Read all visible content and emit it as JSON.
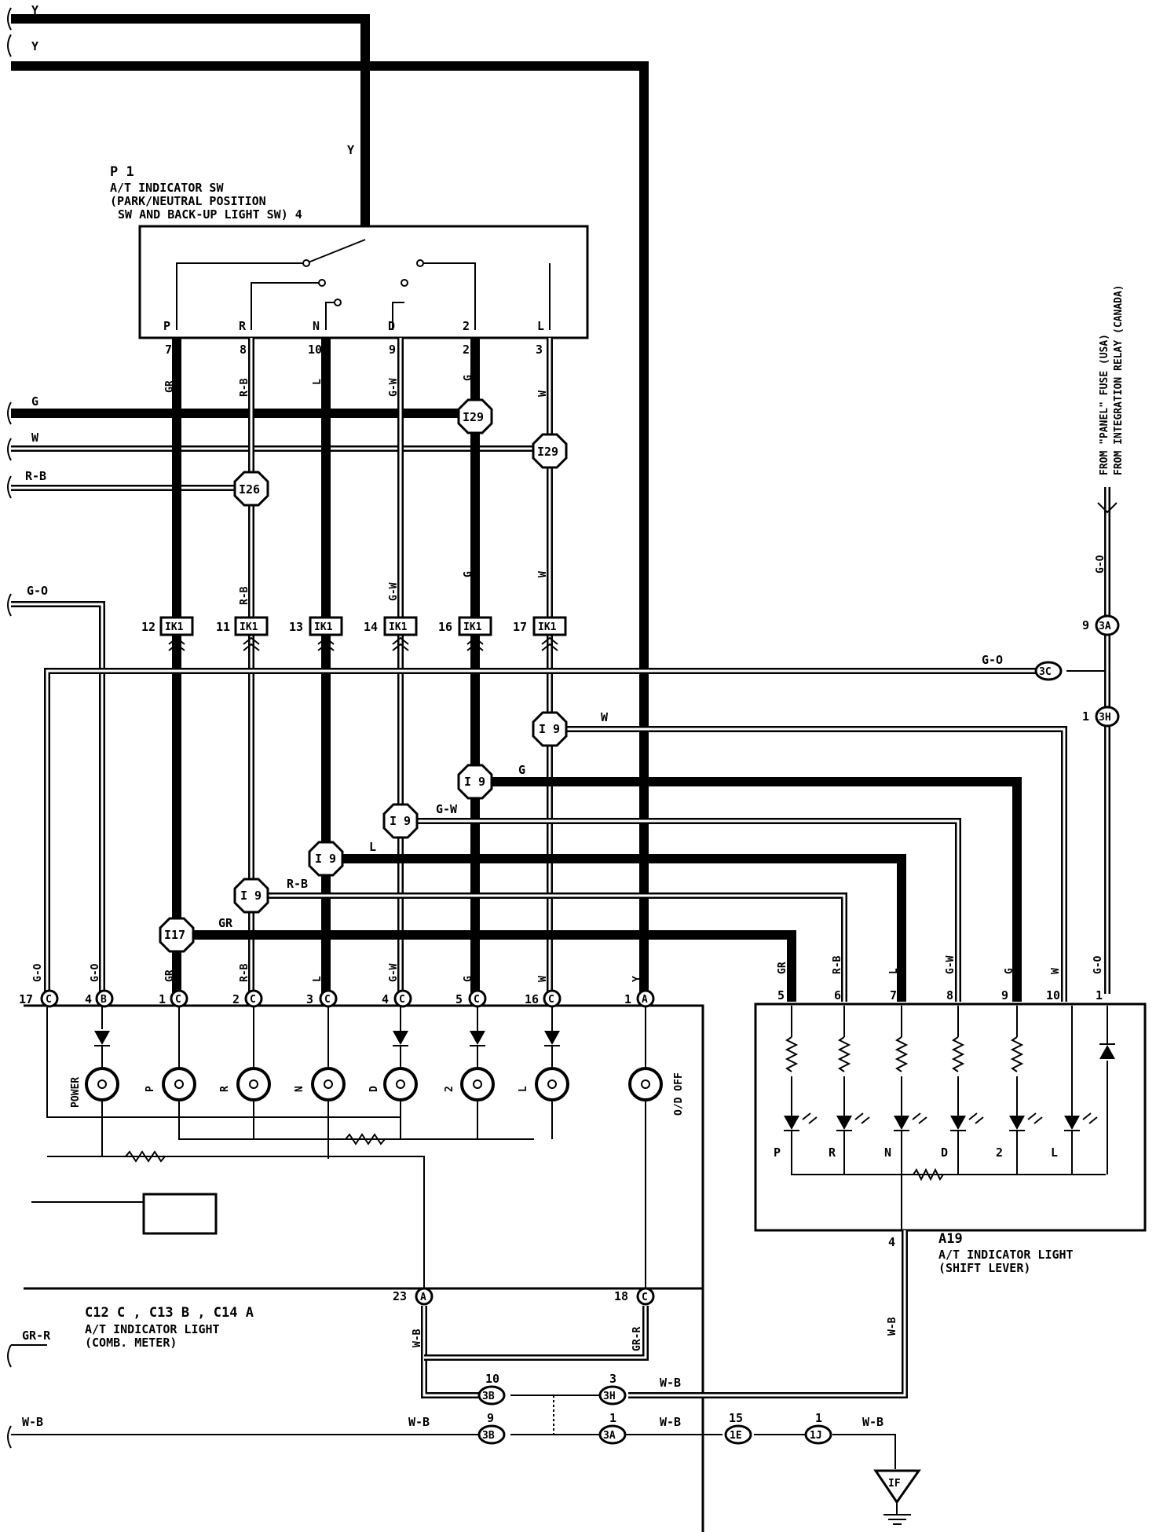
{
  "left_wires": [
    "Y",
    "Y",
    "G",
    "W",
    "R-B",
    "G-O",
    "GR-R",
    "W-B"
  ],
  "switch": {
    "id": "P 1",
    "title": "A/T INDICATOR SW",
    "desc1": "(PARK/NEUTRAL POSITION",
    "desc2": "SW AND BACK-UP LIGHT SW) 4",
    "positions": [
      "P",
      "R",
      "N",
      "D",
      "2",
      "L"
    ],
    "pins": [
      "7",
      "8",
      "10",
      "9",
      "2",
      "3"
    ],
    "wire_y": "Y"
  },
  "wire_colors": [
    "GR",
    "R-B",
    "L",
    "G-W",
    "G",
    "W"
  ],
  "junctions_top": [
    "I29",
    "I29",
    "I26"
  ],
  "ik1": {
    "label": "IK1",
    "pins": [
      "12",
      "11",
      "13",
      "14",
      "16",
      "17"
    ]
  },
  "i9_label": "I 9",
  "i17_label": "I17",
  "side_go": "G-O",
  "conn_3c": "3C",
  "conn_3a": "3A",
  "conn_3h": "3H",
  "pin_9": "9",
  "pin_1": "1",
  "from_text1": "FROM \"PANEL\" FUSE (USA)",
  "from_text2": "FROM INTEGRATION RELAY (CANADA)",
  "meter": {
    "pins": [
      "17",
      "4",
      "1",
      "2",
      "3",
      "4",
      "5",
      "16",
      "1"
    ],
    "conns": [
      "C",
      "B",
      "C",
      "C",
      "C",
      "C",
      "C",
      "C",
      "A"
    ],
    "wires": [
      "G-O",
      "G-O",
      "GR",
      "R-B",
      "L",
      "G-W",
      "G",
      "W",
      "Y"
    ],
    "lamps": [
      "POWER",
      "P",
      "R",
      "N",
      "D",
      "2",
      "L",
      "O/D OFF"
    ],
    "bottom_pins": [
      "23",
      "18"
    ],
    "bottom_conns": [
      "A",
      "C"
    ],
    "bottom_wires": [
      "W-B",
      "GR-R"
    ],
    "id_line": "C12 C , C13 B , C14 A",
    "title1": "A/T INDICATOR LIGHT",
    "title2": "(COMB. METER)"
  },
  "shift": {
    "pins": [
      "5",
      "6",
      "7",
      "8",
      "9",
      "10",
      "1"
    ],
    "wires": [
      "GR",
      "R-B",
      "L",
      "G-W",
      "G",
      "W",
      "G-O"
    ],
    "leds": [
      "P",
      "R",
      "N",
      "D",
      "2",
      "L"
    ],
    "ground_pin": "4",
    "ground_wire": "W-B",
    "id": "A19",
    "title1": "A/T INDICATOR LIGHT",
    "title2": "(SHIFT LEVER)"
  },
  "ground": {
    "c3b": "3B",
    "c3h": "3H",
    "c3a": "3A",
    "c1e": "1E",
    "c1j": "1J",
    "pins_3b": [
      "10",
      "9"
    ],
    "pins_3h": "3",
    "pins_3a": "1",
    "pin_1e": "15",
    "pin_1j": "1",
    "wire_wb": "W-B",
    "ground_label": "IF"
  }
}
